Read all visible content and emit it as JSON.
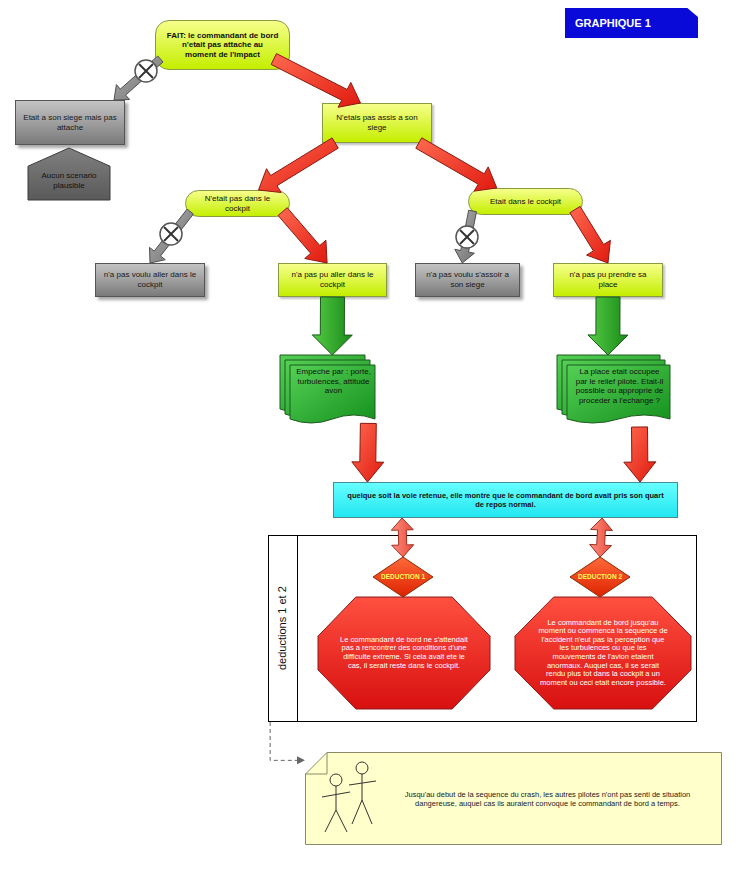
{
  "diagram": {
    "title": "GRAPHIQUE 1",
    "nodes": [
      {
        "text": [
          "FAIT: le commandant de bord n'etait pas attache au moment de l'impact"
        ]
      },
      {
        "text": [
          "Etait a son siege mais pas attache"
        ]
      },
      {
        "text": [
          "Aucun scenario plausible"
        ]
      },
      {
        "text": [
          "N'etais pas assis a son siege"
        ]
      },
      {
        "text": [
          "N'etait pas dans le cockpit"
        ]
      },
      {
        "text": [
          "Etait dans le cockpit"
        ]
      },
      {
        "text": [
          "n'a pas voulu aller dans le cockpit"
        ]
      },
      {
        "text": [
          "n'a pas pu aller dans le cockpit"
        ]
      },
      {
        "text": [
          "n'a pas voulu s'assoir a son siege"
        ]
      },
      {
        "text": [
          "n'a pas pu prendre sa place"
        ]
      },
      {
        "text": [
          "Empeche par : porte, turbulences, attitude avon"
        ]
      },
      {
        "text": [
          "La place etait occupee par le relief pilote. Etait-il possible ou approprie de proceder a l'echange ?"
        ]
      },
      {
        "text": [
          "quelque soit la voie retenue, elle montre que le commandant de bord avait pris son quart de repos normal."
        ]
      },
      {
        "text": [
          "deductions 1 et 2"
        ]
      },
      {
        "text": [
          "DEDUCTION 1"
        ],
        "in": 13
      },
      {
        "text": [
          "Le commandant de bord ne s'attendait pas a rencontrer des conditions d'une difficulte extreme. Si cela avait ete le cas, il serait reste dans le cockpit."
        ],
        "in": 13
      },
      {
        "text": [
          "DEDUCTION 2"
        ],
        "in": 13
      },
      {
        "text": [
          "Le commandant de bord jusqu'au moment ou commenca la sequence de l'accident n'eut pas la perception que les turbulences ou que les mouvements de l'avion etaient anormaux. Auquel cas, il se serait rendu plus tot dans la cockpit a un moment ou ceci etait encore possible."
        ],
        "in": 13
      },
      {
        "text": [
          "Jusqu'au debut de la sequence du crash, les autres pilotes n'ont pas senti de situation dangereuse, auquel cas ils auraient convoque le commandant de bord a temps."
        ]
      }
    ],
    "edges": [
      {
        "from": 0,
        "to": 1,
        "arrow": "to"
      },
      {
        "from": 0,
        "to": 3,
        "arrow": "to"
      },
      {
        "from": 3,
        "to": 4,
        "arrow": "to"
      },
      {
        "from": 3,
        "to": 5,
        "arrow": "to"
      },
      {
        "from": 4,
        "to": 6,
        "arrow": "to"
      },
      {
        "from": 4,
        "to": 7,
        "arrow": "to"
      },
      {
        "from": 5,
        "to": 8,
        "arrow": "to"
      },
      {
        "from": 5,
        "to": 9,
        "arrow": "to"
      },
      {
        "from": 7,
        "to": 10,
        "arrow": "to"
      },
      {
        "from": 9,
        "to": 11,
        "arrow": "to"
      },
      {
        "from": 10,
        "to": 12,
        "arrow": "to"
      },
      {
        "from": 11,
        "to": 12,
        "arrow": "to"
      },
      {
        "from": 12,
        "to": 14,
        "arrow": "both"
      },
      {
        "from": 12,
        "to": 16,
        "arrow": "both"
      },
      {
        "from": 13,
        "to": 18,
        "arrow": "to"
      }
    ]
  }
}
